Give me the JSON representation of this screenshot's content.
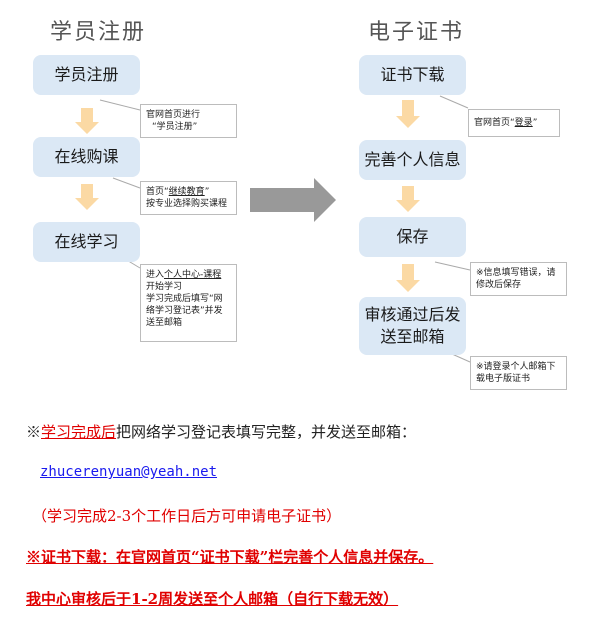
{
  "left": {
    "title": "学员注册",
    "steps": [
      "学员注册",
      "在线购课",
      "在线学习"
    ],
    "note1": {
      "line1": "官网首页进行",
      "line2": "“学员注册”"
    },
    "note2": {
      "line1_a": "首页“",
      "line1_link": "继续教育",
      "line1_b": "”",
      "line2": "按专业选择购买课程"
    },
    "note3": {
      "line1_a": "进入",
      "line1_link": "个人中心-课程",
      "line2": "开始学习",
      "line3": "学习完成后填写“网",
      "line4": "络学习登记表”并发",
      "line5": "送至邮箱"
    }
  },
  "right": {
    "title": "电子证书",
    "steps": [
      "证书下载",
      "完善个人信息",
      "保存",
      "审核通过后发",
      "送至邮箱"
    ],
    "note1": {
      "text_a": "官网首页“",
      "link": "登录",
      "text_b": "”"
    },
    "note2": {
      "line1": "※信息填写错误，请",
      "line2": "修改后保存"
    },
    "note3": {
      "line1": "※请登录个人邮箱下",
      "line2": "载电子版证书"
    }
  },
  "bottom": {
    "line1_mark": "※",
    "line1_red": "学习完成后",
    "line1_rest": "把网络学习登记表填写完整，并发送至邮箱：",
    "email": "zhucerenyuan@yeah.net",
    "line3": "（学习完成2-3个工作日后方可申请电子证书）",
    "line4": "※证书下载：在官网首页“证书下载”栏完善个人信息并保存。",
    "line5": "我中心审核后于1-2周发送至个人邮箱（自行下载无效）"
  }
}
